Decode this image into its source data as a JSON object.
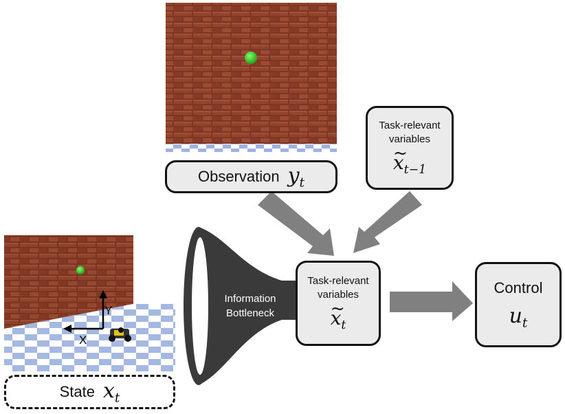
{
  "observation": {
    "label": "Observation",
    "var": "y",
    "sub": "t"
  },
  "state": {
    "label": "State",
    "var": "x",
    "sub": "t"
  },
  "prev_vars": {
    "line1": "Task-relevant",
    "line2": "variables",
    "var": "x",
    "sub": "t−1"
  },
  "curr_vars": {
    "line1": "Task-relevant",
    "line2": "variables",
    "var": "x",
    "sub": "t"
  },
  "bottleneck": {
    "line1": "Information",
    "line2": "Bottleneck"
  },
  "control": {
    "label": "Control",
    "var": "u",
    "sub": "t"
  },
  "axes": {
    "x_label": "X",
    "y_label": "Y"
  }
}
